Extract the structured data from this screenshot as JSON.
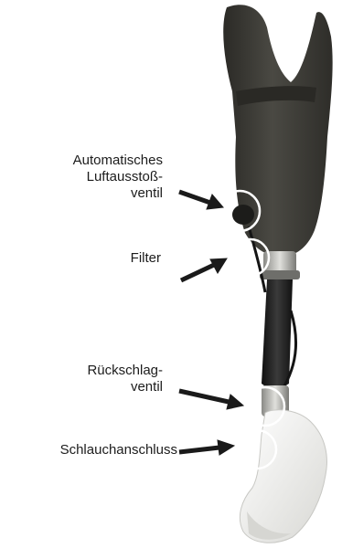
{
  "labels": {
    "auto_valve": "Automatisches\nLuftausstoß-\nventil",
    "filter": "Filter",
    "check_valve": "Rückschlag-\nventil",
    "hose_connection": "Schlauchanschluss"
  },
  "colors": {
    "socket": "#3b3a35",
    "pylon": "#1e1e1e",
    "foot": "#eeeeea",
    "arrow": "#1a1a1a",
    "circle": "#ffffff"
  }
}
